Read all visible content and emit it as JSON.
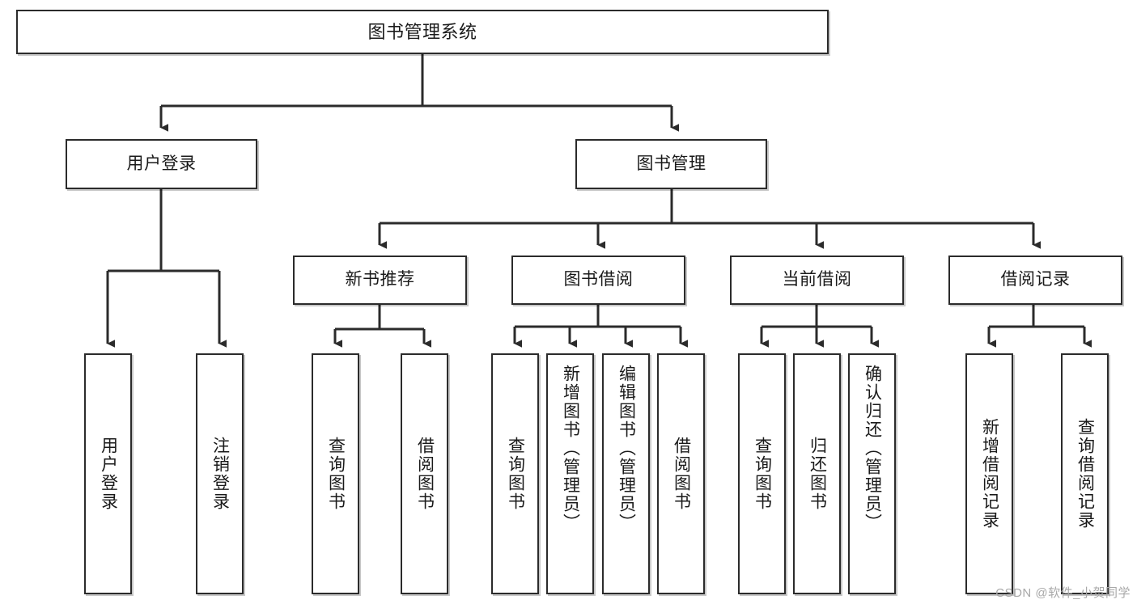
{
  "diagram": {
    "title": "图书管理系统",
    "type": "functional-structure-tree",
    "root": {
      "label": "图书管理系统"
    },
    "level2": [
      {
        "label": "用户登录"
      },
      {
        "label": "图书管理"
      }
    ],
    "level3": [
      {
        "label": "新书推荐"
      },
      {
        "label": "图书借阅"
      },
      {
        "label": "当前借阅"
      },
      {
        "label": "借阅记录"
      }
    ],
    "leaves": {
      "user_login": [
        {
          "label": "用户登录"
        },
        {
          "label": "注销登录"
        }
      ],
      "new_book_recommend": [
        {
          "label": "查询图书"
        },
        {
          "label": "借阅图书"
        }
      ],
      "book_borrow": [
        {
          "label": "查询图书"
        },
        {
          "label": "新增图书（管理员）"
        },
        {
          "label": "编辑图书（管理员）"
        },
        {
          "label": "借阅图书"
        }
      ],
      "current_borrow": [
        {
          "label": "查询图书"
        },
        {
          "label": "归还图书"
        },
        {
          "label": "确认归还（管理员）"
        }
      ],
      "borrow_record": [
        {
          "label": "新增借阅记录"
        },
        {
          "label": "查询借阅记录"
        }
      ]
    }
  },
  "watermark": {
    "text": "CSDN @软件_小贺同学"
  },
  "colors": {
    "background": "#ffffff",
    "node_border": "#2b2b2b",
    "node_fill": "#ffffff",
    "text": "#1a1a1a",
    "connector": "#2b2b2b",
    "watermark": "#a8a8a8"
  }
}
